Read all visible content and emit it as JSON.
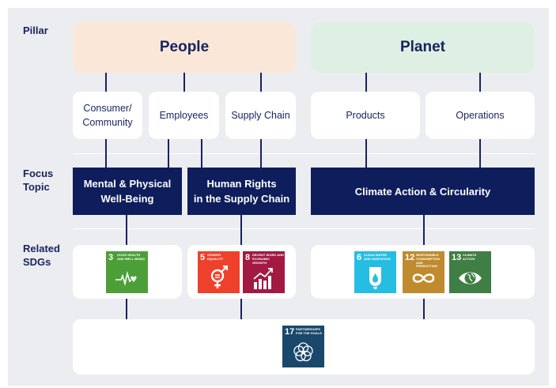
{
  "row_labels": {
    "pillar": "Pillar",
    "focus": "Focus\nTopic",
    "sdgs": "Related\nSDGs"
  },
  "pillars": {
    "people": "People",
    "planet": "Planet"
  },
  "subcategories": {
    "consumer": "Consumer/\nCommunity",
    "employees": "Employees",
    "supply_chain": "Supply Chain",
    "products": "Products",
    "operations": "Operations"
  },
  "focus_topics": {
    "mental": "Mental & Physical\nWell-Being",
    "human_rights": "Human Rights\nin the Supply Chain",
    "climate": "Climate Action & Circularity"
  },
  "sdgs": {
    "sdg3": {
      "number": "3",
      "title": "GOOD HEALTH\nAND WELL-BEING",
      "color": "#4c9f38",
      "icon": "heartbeat-icon"
    },
    "sdg5": {
      "number": "5",
      "title": "GENDER\nEQUALITY",
      "color": "#ef402b",
      "icon": "gender-equality-icon"
    },
    "sdg8": {
      "number": "8",
      "title": "DECENT WORK AND\nECONOMIC GROWTH",
      "color": "#a21942",
      "icon": "growth-chart-icon"
    },
    "sdg6": {
      "number": "6",
      "title": "CLEAN WATER\nAND SANITATION",
      "color": "#26bde2",
      "icon": "water-drop-icon"
    },
    "sdg12": {
      "number": "12",
      "title": "RESPONSIBLE\nCONSUMPTION\nAND PRODUCTION",
      "color": "#bf8b2e",
      "icon": "infinity-icon"
    },
    "sdg13": {
      "number": "13",
      "title": "CLIMATE\nACTION",
      "color": "#3f7e44",
      "icon": "eye-globe-icon"
    },
    "sdg17": {
      "number": "17",
      "title": "PARTNERSHIPS\nFOR THE GOALS",
      "color": "#19486a",
      "icon": "flower-rings-icon"
    }
  },
  "colors": {
    "people_bg": "#fbe7d8",
    "planet_bg": "#def0e3",
    "navy": "#0e1d5c",
    "text": "#17235f",
    "panel": "#ecedf0"
  }
}
